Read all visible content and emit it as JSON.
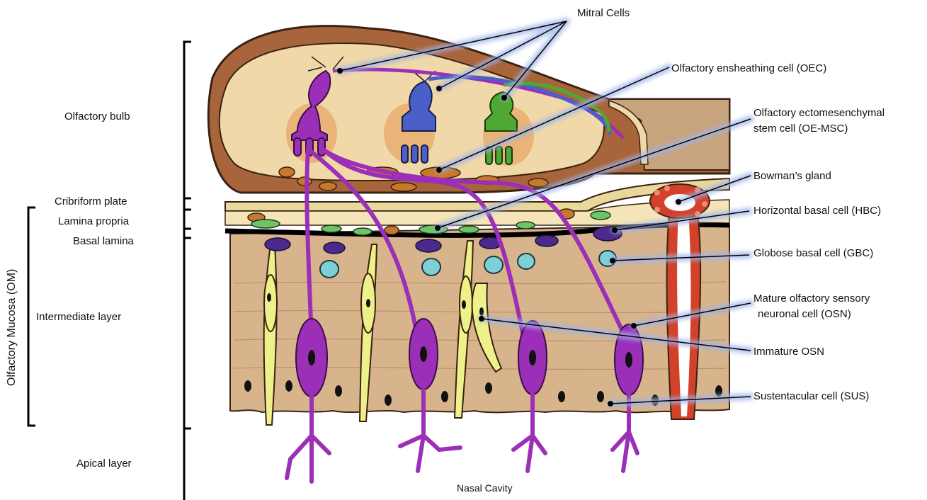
{
  "left_labels": {
    "olfactory_bulb": "Olfactory bulb",
    "cribriform_plate": "Cribriform plate",
    "lamina_propria": "Lamina propria",
    "basal_lamina": "Basal lamina",
    "intermediate_layer": "Intermediate layer",
    "apical_layer": "Apical layer",
    "om_group": "Olfactory Mucosa (OM)"
  },
  "right_labels": {
    "mitral_cells": "Mitral Cells",
    "oec": "Olfactory ensheathing cell (OEC)",
    "oe_msc_line1": "Olfactory ectomesenchymal",
    "oe_msc_line2": "stem cell (OE-MSC)",
    "bowmans_gland": "Bowman’s gland",
    "hbc": "Horizontal basal cell (HBC)",
    "gbc": "Globose basal cell (GBC)",
    "osn_line1": "Mature olfactory sensory",
    "osn_line2": "neuronal cell (OSN)",
    "immature_osn": "Immature OSN",
    "sus": "Sustentacular cell (SUS)"
  },
  "bottom_label": "Nasal Cavity",
  "colors": {
    "tissue": "#d8b48c",
    "bulb_fill": "#f0d8a8",
    "bulb_border": "#a8643a",
    "neuron": "#9b2fb8",
    "mitral_blue": "#4a5fc8",
    "mitral_green": "#4fa832",
    "sustentacular": "#eef08a",
    "gbc": "#7ecfd6",
    "hbc": "#4b2a8c",
    "oec": "#c9772e",
    "msc": "#6fc46a",
    "gland": "#d2412a",
    "glow": "#9fb4ea"
  }
}
